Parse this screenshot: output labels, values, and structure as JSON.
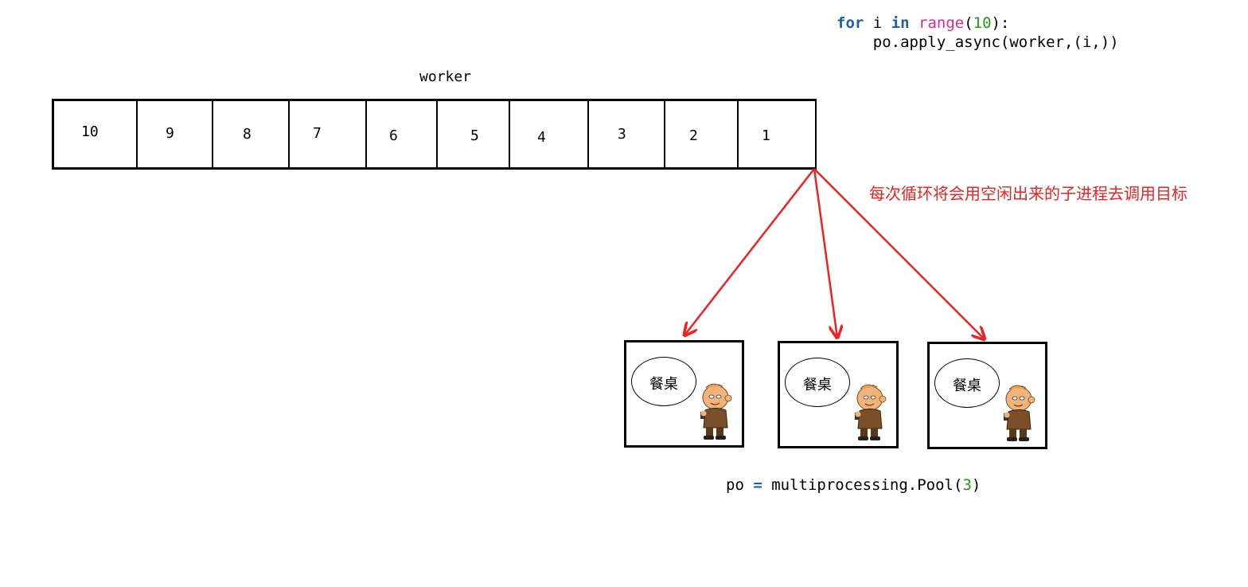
{
  "code_top": {
    "line1_kw_for": "for",
    "line1_var": " i ",
    "line1_kw_in": "in",
    "line1_fn": "range",
    "line1_open": "(",
    "line1_num": "10",
    "line1_close": "):",
    "line2": "    po.apply_async(worker,(i,))"
  },
  "queue": {
    "label": "worker",
    "cells": [
      "10",
      "9",
      "8",
      "7",
      "6",
      "5",
      "4",
      "3",
      "2",
      "1"
    ]
  },
  "annotation": "每次循环将会用空闲出来的子进程去调用目标",
  "processes": [
    {
      "table_label": "餐桌"
    },
    {
      "table_label": "餐桌"
    },
    {
      "table_label": "餐桌"
    }
  ],
  "code_bottom": {
    "var": "po ",
    "op": "=",
    "call": " multiprocessing.Pool(",
    "num": "3",
    "close": ")"
  },
  "colors": {
    "arrow": "#ee2222",
    "annotation": "#ee2222",
    "keyword": "#1f5fa8",
    "builtin": "#e0279a",
    "number": "#1b9e1b"
  }
}
